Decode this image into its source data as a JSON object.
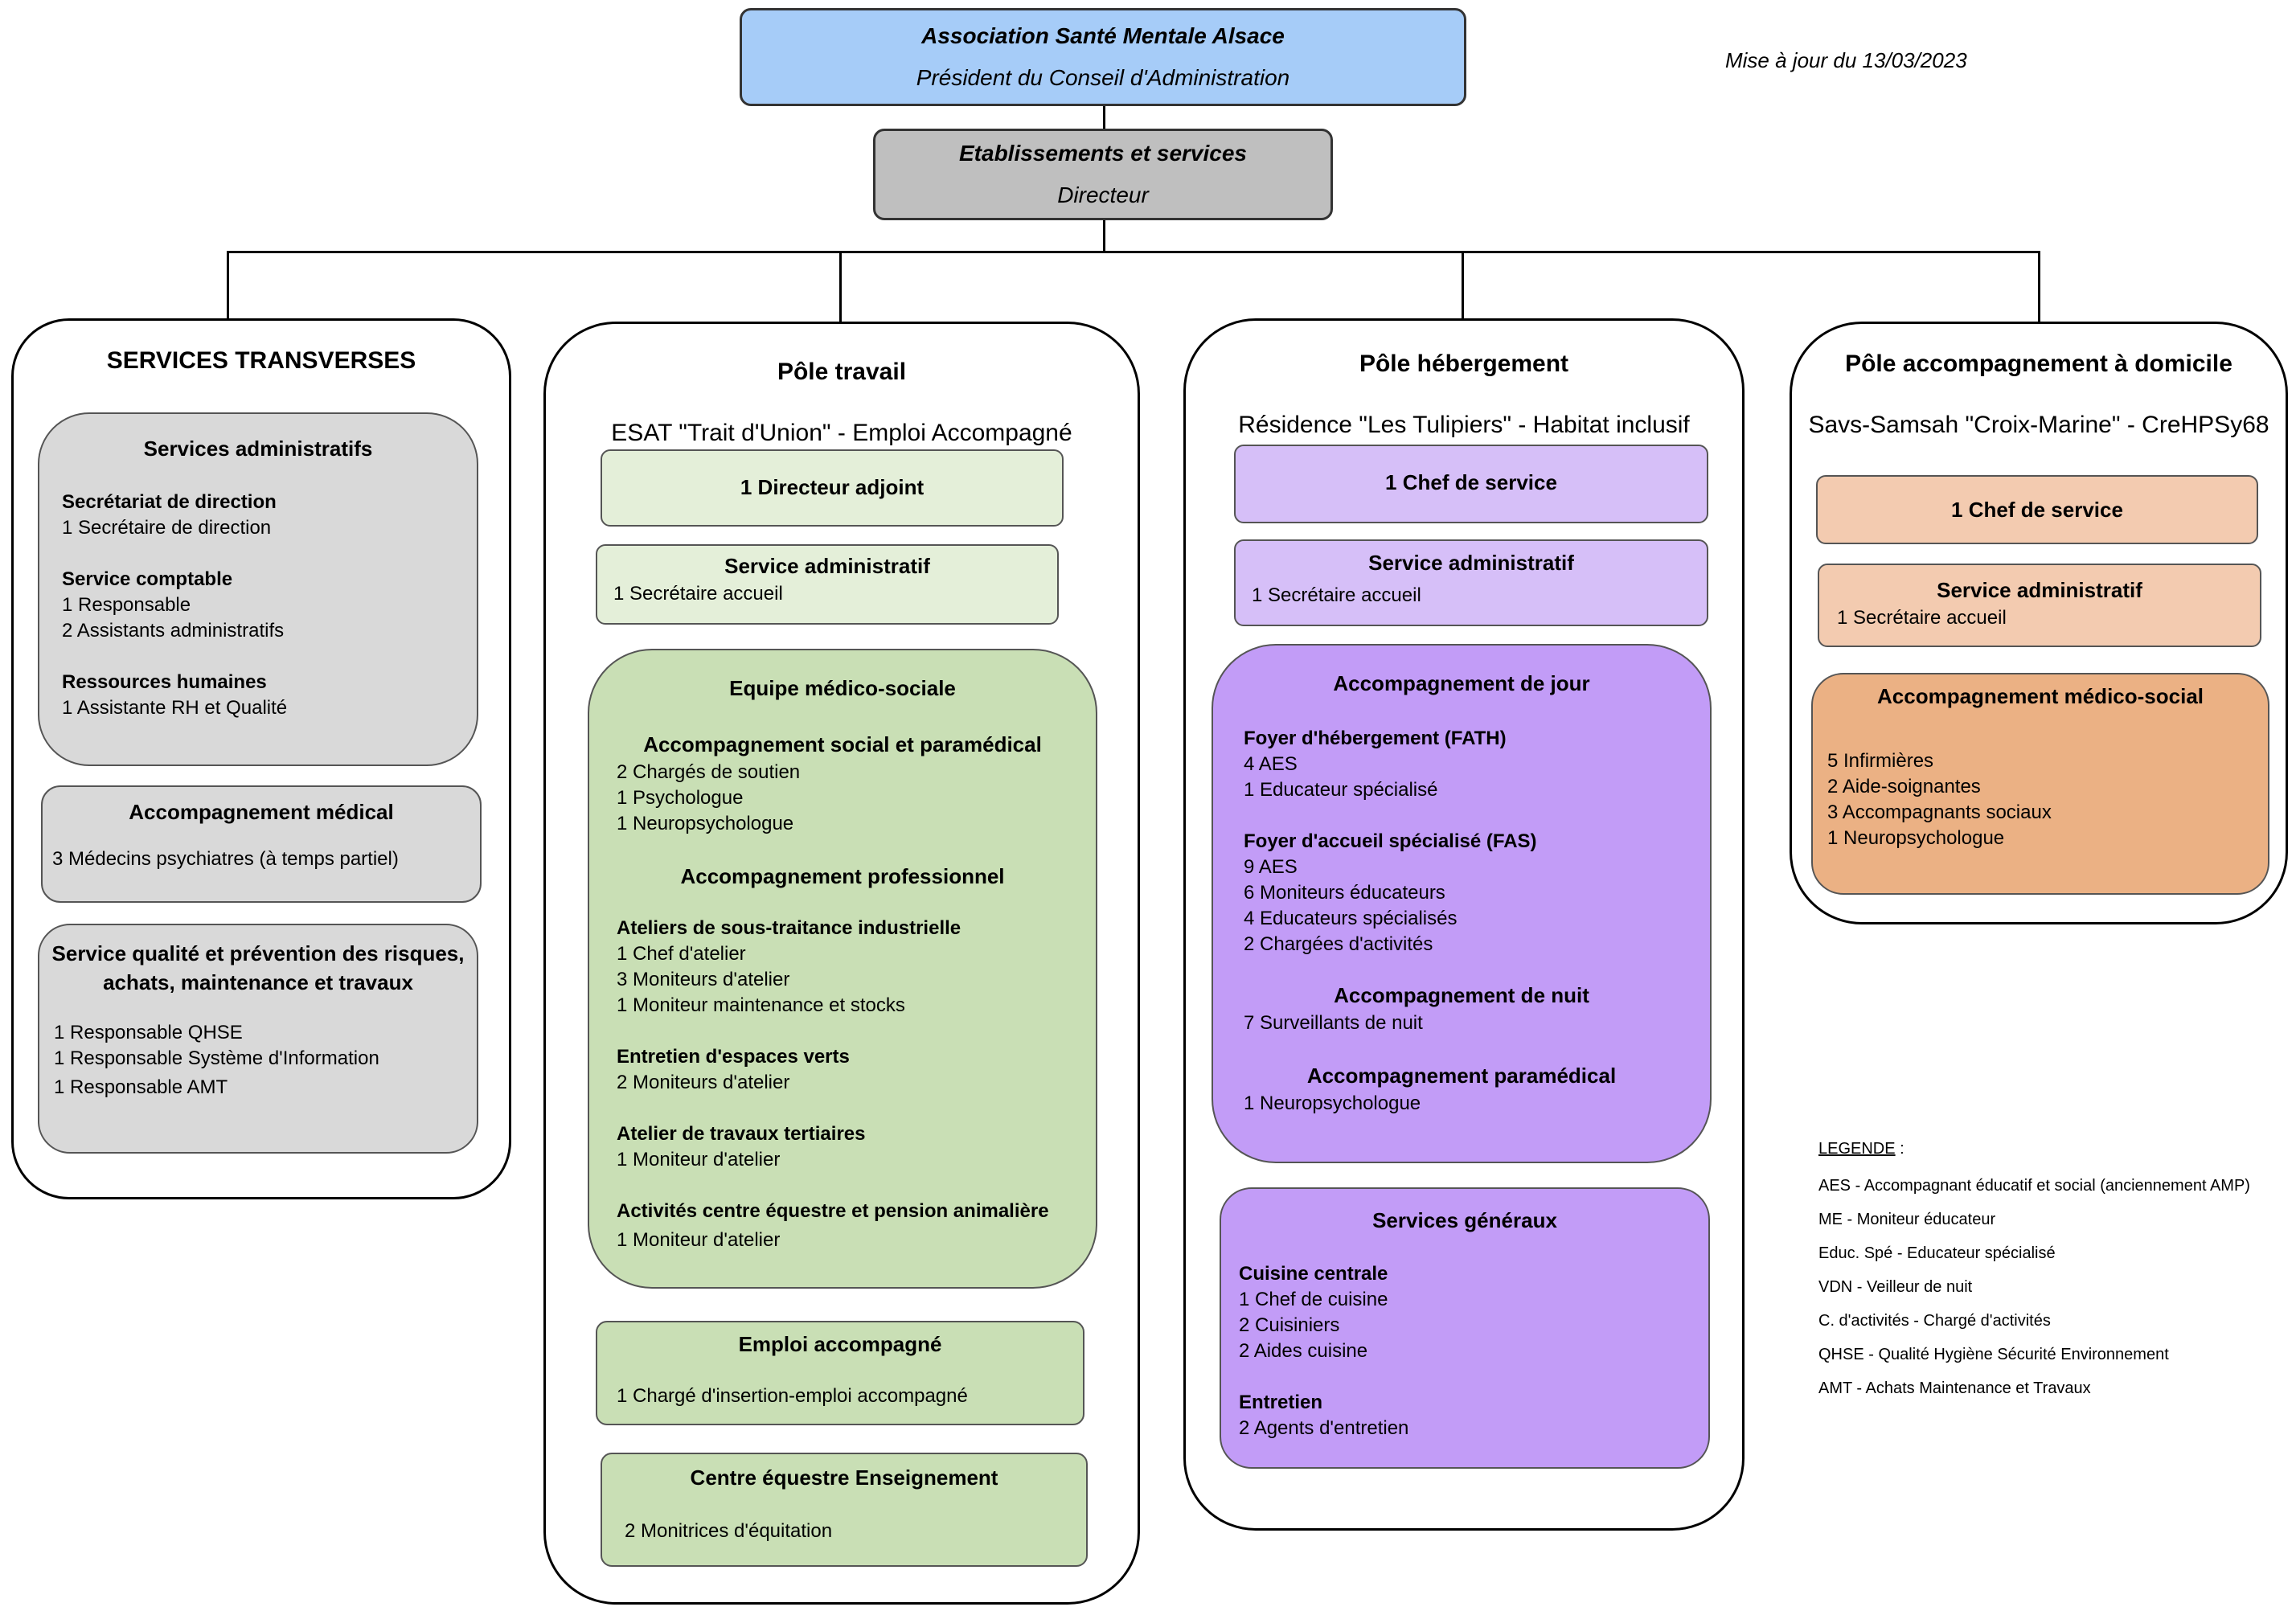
{
  "top": {
    "association": "Association Santé Mentale Alsace",
    "president": "Président du Conseil d'Administration",
    "update": "Mise à jour du 13/03/2023",
    "etab": "Etablissements et services",
    "directeur": "Directeur"
  },
  "transverses": {
    "title": "SERVICES TRANSVERSES",
    "admin": {
      "title": "Services administratifs",
      "sec_h": "Secrétariat de direction",
      "sec_1": "1 Secrétaire de direction",
      "compta_h": "Service comptable",
      "compta_1": "1 Responsable",
      "compta_2": "2 Assistants administratifs",
      "rh_h": "Ressources humaines",
      "rh_1": "1 Assistante RH et Qualité"
    },
    "medical": {
      "title": "Accompagnement médical",
      "l1": "3 Médecins psychiatres (à temps partiel)"
    },
    "qualite": {
      "title1": "Service qualité et prévention des risques,",
      "title2": "achats, maintenance et travaux",
      "l1": "1 Responsable QHSE",
      "l2": "1 Responsable Système d'Information",
      "l3": "1 Responsable AMT"
    }
  },
  "travail": {
    "title": "Pôle travail",
    "subtitle": "ESAT \"Trait d'Union\" - Emploi Accompagné",
    "dir": "1 Directeur adjoint",
    "admin_t": "Service administratif",
    "admin_1": "1 Secrétaire accueil",
    "eq_t": "Equipe médico-sociale",
    "soc_t": "Accompagnement social et paramédical",
    "soc_1": "2 Chargés de soutien",
    "soc_2": "1 Psychologue",
    "soc_3": "1 Neuropsychologue",
    "pro_t": "Accompagnement professionnel",
    "at_h": "Ateliers de sous-traitance industrielle",
    "at_1": "1 Chef d'atelier",
    "at_2": "3 Moniteurs d'atelier",
    "at_3": "1 Moniteur maintenance et stocks",
    "ev_h": "Entretien d'espaces verts",
    "ev_1": "2 Moniteurs d'atelier",
    "tt_h": "Atelier de travaux tertiaires",
    "tt_1": "1 Moniteur d'atelier",
    "eq2_h": "Activités centre équestre et pension animalière",
    "eq2_1": "1 Moniteur d'atelier",
    "emp_t": "Emploi accompagné",
    "emp_1": "1  Chargé d'insertion-emploi accompagné",
    "ce_t": "Centre équestre Enseignement",
    "ce_1": "2 Monitrices d'équitation"
  },
  "heberg": {
    "title": "Pôle hébergement",
    "subtitle": "Résidence \"Les Tulipiers\" - Habitat inclusif",
    "chef": "1 Chef de service",
    "admin_t": "Service administratif",
    "admin_1": "1 Secrétaire accueil",
    "jour_t": "Accompagnement de jour",
    "fath_h": "Foyer d'hébergement (FATH)",
    "fath_1": "4 AES",
    "fath_2": "1 Educateur spécialisé",
    "fas_h": "Foyer d'accueil spécialisé (FAS)",
    "fas_1": "9 AES",
    "fas_2": "6 Moniteurs éducateurs",
    "fas_3": "4 Educateurs spécialisés",
    "fas_4": "2 Chargées d'activités",
    "nuit_t": "Accompagnement de nuit",
    "nuit_1": "7 Surveillants de nuit",
    "para_t": "Accompagnement paramédical",
    "para_1": "1 Neuropsychologue",
    "sg_t": "Services généraux",
    "cuis_h": "Cuisine centrale",
    "cuis_1": "1 Chef de cuisine",
    "cuis_2": "2 Cuisiniers",
    "cuis_3": "2 Aides cuisine",
    "ent_h": "Entretien",
    "ent_1": "2 Agents d'entretien"
  },
  "domicile": {
    "title": "Pôle accompagnement à domicile",
    "subtitle": "Savs-Samsah \"Croix-Marine\" - CreHPSy68",
    "chef": "1  Chef de service",
    "admin_t": "Service administratif",
    "admin_1": "1 Secrétaire accueil",
    "ms_t": "Accompagnement médico-social",
    "ms_1": "5 Infirmières",
    "ms_2": "2 Aide-soignantes",
    "ms_3": "3 Accompagnants sociaux",
    "ms_4": "1 Neuropsychologue"
  },
  "legend": {
    "title": "LEGENDE",
    "colon": " :",
    "items": [
      "AES - Accompagnant éducatif et social (anciennement AMP)",
      "ME - Moniteur éducateur",
      "Educ. Spé - Educateur spécialisé",
      "VDN - Veilleur de nuit",
      "C. d'activités - Chargé d'activités",
      "QHSE - Qualité Hygiène Sécurité Environnement",
      "AMT - Achats Maintenance et Travaux"
    ]
  },
  "colors": {
    "top": "#a6ccf8",
    "directeur": "#bfbfbf",
    "grey": "#d9d9d9",
    "green_light": "#e4efd9",
    "green": "#c9dfb5",
    "purple_light": "#d6bff8",
    "purple": "#c29cf7",
    "orange_light": "#f3cbb0",
    "orange": "#ebb184"
  }
}
